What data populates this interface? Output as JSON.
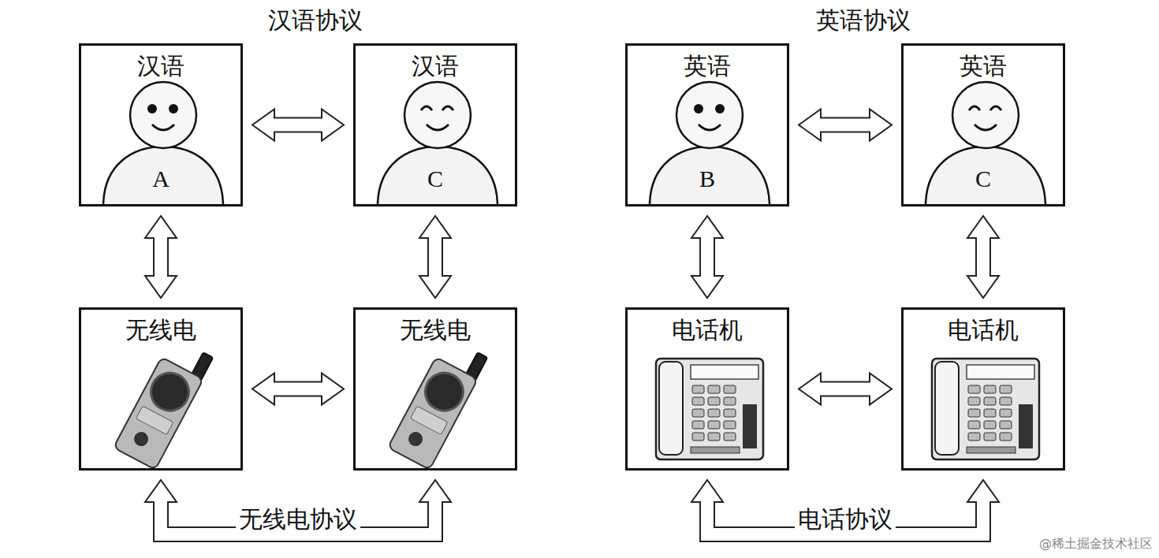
{
  "diagram": {
    "nodes": [
      {
        "text": [
          "汉语",
          "A"
        ]
      },
      {
        "text": [
          "汉语",
          "C"
        ]
      },
      {
        "text": [
          "无线电"
        ]
      },
      {
        "text": [
          "无线电"
        ]
      },
      {
        "text": [
          "英语",
          "B"
        ]
      },
      {
        "text": [
          "英语",
          "C"
        ]
      },
      {
        "text": [
          "电话机"
        ]
      },
      {
        "text": [
          "电话机"
        ]
      }
    ],
    "edges": [
      {
        "from": 0,
        "to": 1,
        "arrow": "both"
      },
      {
        "from": 0,
        "to": 2,
        "arrow": "both"
      },
      {
        "from": 1,
        "to": 3,
        "arrow": "both"
      },
      {
        "from": 2,
        "to": 3,
        "arrow": "both"
      },
      {
        "from": 2,
        "to": 3,
        "label": "无线电协议",
        "arrow": "both"
      },
      {
        "from": 4,
        "to": 5,
        "arrow": "both"
      },
      {
        "from": 4,
        "to": 6,
        "arrow": "both"
      },
      {
        "from": 5,
        "to": 7,
        "arrow": "both"
      },
      {
        "from": 6,
        "to": 7,
        "arrow": "both"
      },
      {
        "from": 6,
        "to": 7,
        "label": "电话协议",
        "arrow": "both"
      }
    ],
    "labels": [
      "汉语协议",
      "英语协议",
      "@稀土掘金技术社区"
    ]
  }
}
